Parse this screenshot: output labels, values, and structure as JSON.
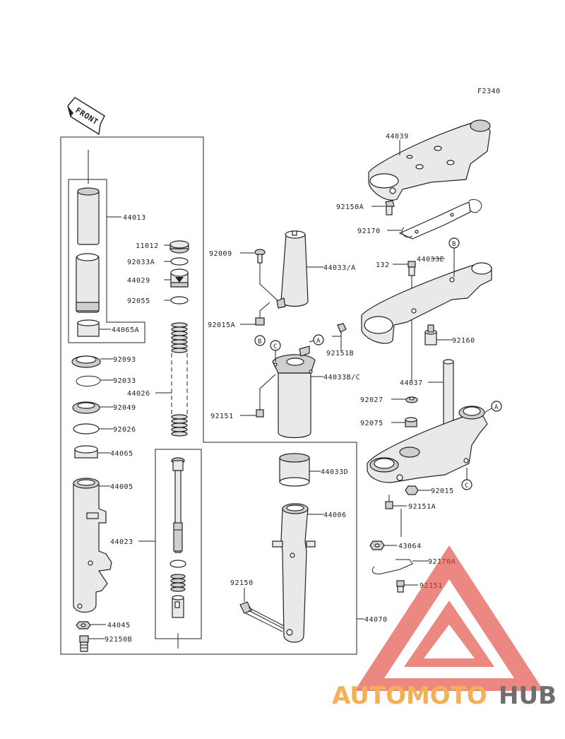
{
  "figure_code": "F2340",
  "front_label": "FRONT",
  "watermark": {
    "part1": "AUTOMOTO",
    "part2": "HUB",
    "color_orange": "#f2a33a",
    "color_red": "#e0453a",
    "color_dark": "#555555"
  },
  "parts": {
    "p44013": "44013",
    "p11012": "11012",
    "p92033A": "92033A",
    "p44029": "44029",
    "p92055": "92055",
    "p44065A": "44065A",
    "p92093": "92093",
    "p92033": "92033",
    "p44026": "44026",
    "p92049": "92049",
    "p92026": "92026",
    "p44065": "44065",
    "p44005": "44005",
    "p44023": "44023",
    "p44045": "44045",
    "p92150B": "92150B",
    "p92009": "92009",
    "p44033A": "44033/A",
    "p92015A": "92015A",
    "p92151B": "92151B",
    "p44033BC": "44033B/C",
    "p92151": "92151",
    "p44033D": "44033D",
    "p44006": "44006",
    "p92150": "92150",
    "p44070": "44070",
    "p44039": "44039",
    "p92150A": "92150A",
    "p92170": "92170",
    "p132": "132",
    "p44033E": "44033E",
    "p92160": "92160",
    "p44037": "44037",
    "p92027": "92027",
    "p92075": "92075",
    "p92015": "92015",
    "p92151A": "92151A",
    "p43064": "43064",
    "p92170A": "92170A",
    "p92151r": "92151"
  },
  "refs": {
    "A": "A",
    "B": "B",
    "C": "C"
  }
}
